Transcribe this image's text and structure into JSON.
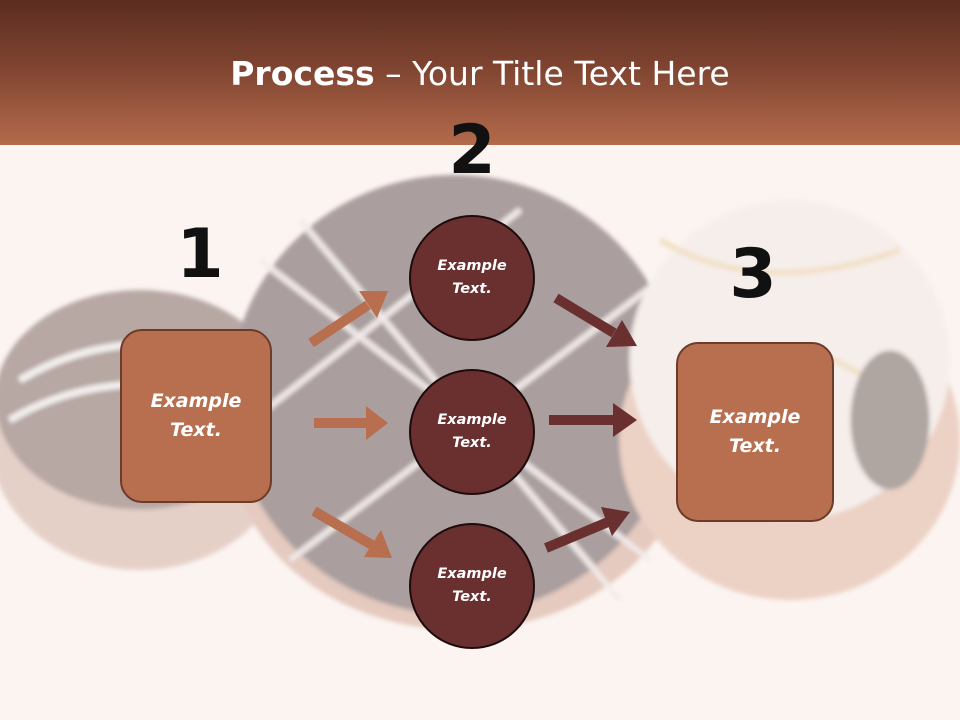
{
  "slide": {
    "title_bold": "Process",
    "title_dash": " – ",
    "title_rest": "Your Title Text Here"
  },
  "steps": {
    "one": {
      "number": "1",
      "text": "Example\nText."
    },
    "two": {
      "number": "2"
    },
    "three": {
      "number": "3",
      "text": "Example\nText."
    }
  },
  "circles": [
    {
      "text": "Example\nText."
    },
    {
      "text": "Example\nText."
    },
    {
      "text": "Example\nText."
    }
  ],
  "colors": {
    "header_dark": "#5a2d1f",
    "header_light": "#b46a4b",
    "box_fill": "#b86f4f",
    "circle_fill": "#6a2f2f",
    "arrow_left": "#b86f4f",
    "arrow_right": "#6a2f2f"
  }
}
